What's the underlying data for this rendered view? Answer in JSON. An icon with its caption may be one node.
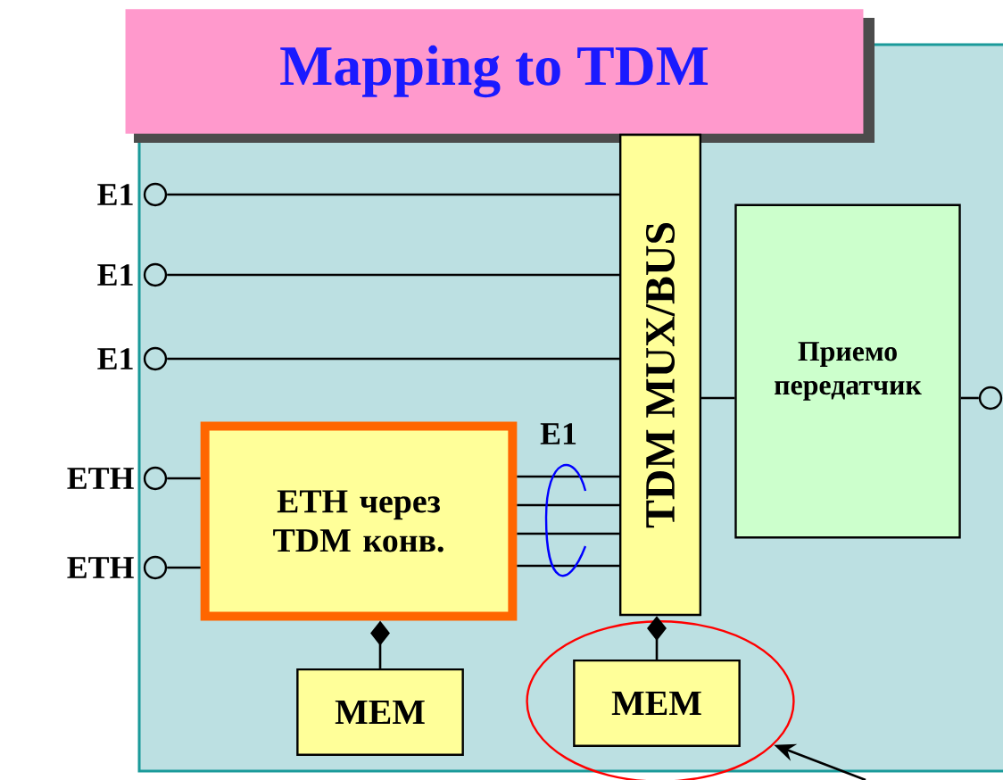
{
  "diagram": {
    "nodes": [
      {
        "text": [
          "Mapping to TDM"
        ]
      },
      {
        "text": [],
        "shape": "circle",
        "beside": [
          "E1"
        ]
      },
      {
        "text": [],
        "shape": "circle",
        "beside": [
          "E1"
        ]
      },
      {
        "text": [],
        "shape": "circle",
        "beside": [
          "E1"
        ]
      },
      {
        "text": [],
        "shape": "circle",
        "beside": [
          "ETH"
        ]
      },
      {
        "text": [],
        "shape": "circle",
        "beside": [
          "ETH"
        ]
      },
      {
        "text": [
          "ETH через TDM конв."
        ]
      },
      {
        "text": [
          "TDM MUX/BUS"
        ]
      },
      {
        "text": [
          "Приемо передатчик"
        ]
      },
      {
        "text": [],
        "shape": "circle"
      },
      {
        "text": [
          "MEM"
        ]
      },
      {
        "text": [],
        "shape": "ellipse"
      },
      {
        "text": [
          "MEM"
        ],
        "in": 11
      }
    ],
    "edges": [
      {
        "from": 1,
        "to": 7,
        "arrow": "none"
      },
      {
        "from": 2,
        "to": 7,
        "arrow": "none"
      },
      {
        "from": 3,
        "to": 7,
        "arrow": "none"
      },
      {
        "from": 4,
        "to": 6,
        "arrow": "none"
      },
      {
        "from": 5,
        "to": 6,
        "arrow": "none"
      },
      {
        "from": 6,
        "to": 7,
        "arrow": "none"
      },
      {
        "from": 6,
        "to": 7,
        "arrow": "none"
      },
      {
        "from": 6,
        "to": 7,
        "arrow": "none"
      },
      {
        "from": 6,
        "to": 7,
        "arrow": "none"
      },
      {
        "from": 7,
        "to": 8,
        "arrow": "none"
      },
      {
        "from": 8,
        "to": 9,
        "arrow": "none"
      },
      {
        "from": 6,
        "to": 10,
        "arrow": "other"
      },
      {
        "from": 7,
        "to": 12,
        "arrow": "other"
      },
      {
        "from": null,
        "to": 11,
        "arrow": "to"
      }
    ],
    "labels": [
      "E1"
    ]
  }
}
